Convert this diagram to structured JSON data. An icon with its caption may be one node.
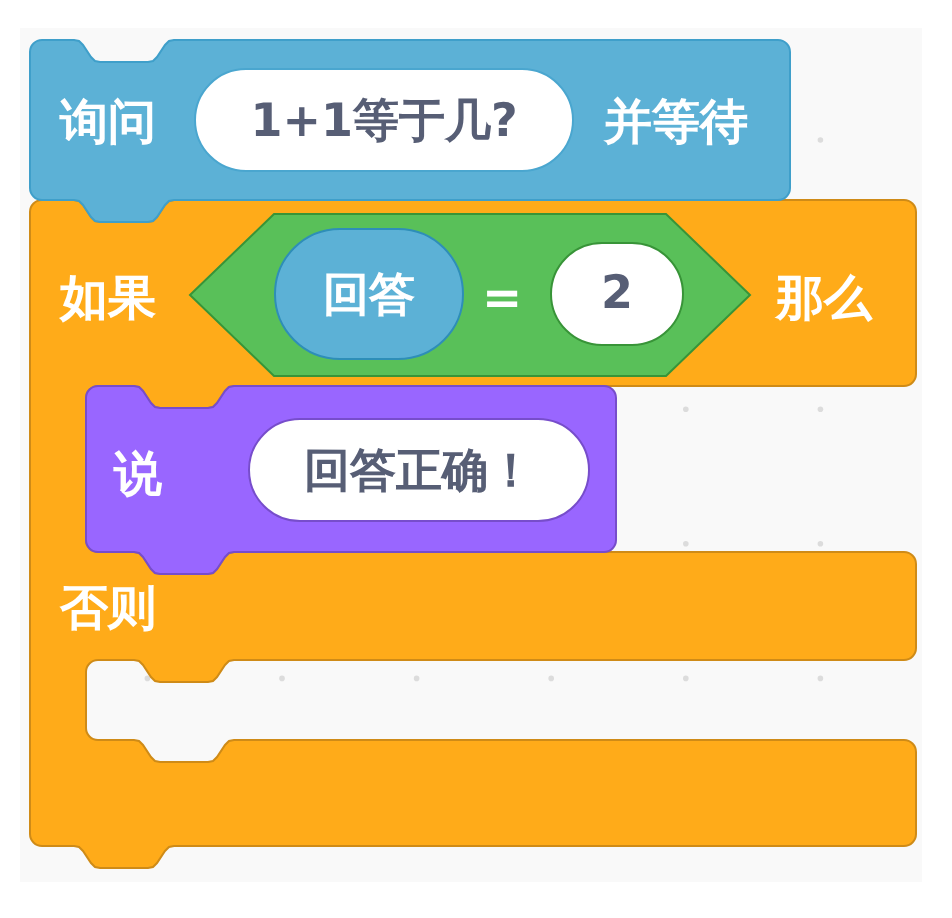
{
  "diagram": {
    "nodes": [
      {
        "text": [
          "询问",
          "并等待"
        ]
      },
      {
        "text": [
          "1+1等于几?"
        ],
        "in": 0
      },
      {
        "text": [
          "如果",
          "那么",
          "否则"
        ]
      },
      {
        "text": [
          "="
        ],
        "in": 2
      },
      {
        "text": [
          "回答"
        ],
        "in": 3
      },
      {
        "text": [
          "2"
        ],
        "in": 3
      },
      {
        "text": [
          "说"
        ],
        "in": 2
      },
      {
        "text": [
          "回答正确！"
        ],
        "in": 6
      }
    ]
  }
}
